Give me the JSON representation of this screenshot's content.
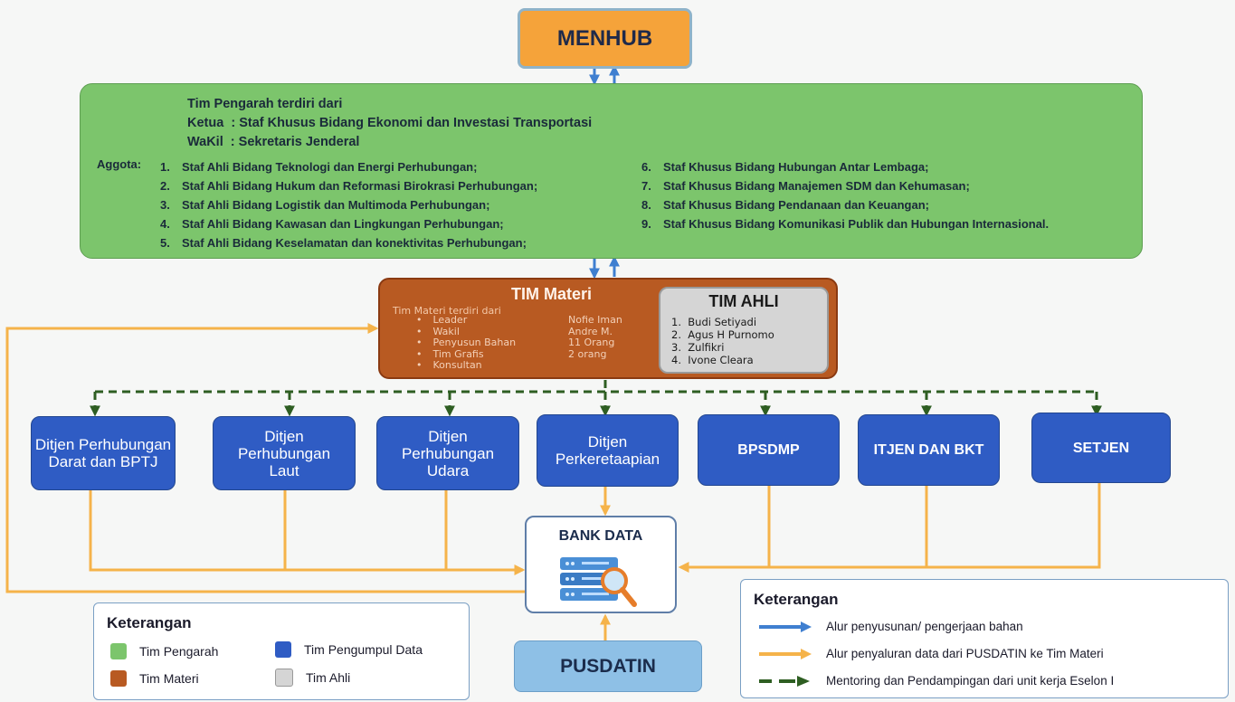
{
  "menhub": "MENHUB",
  "pengarah": {
    "head_lines": [
      "Tim Pengarah terdiri dari",
      "Ketua  : Staf Khusus Bidang Ekonomi dan Investasi Transportasi",
      "WaKil  : Sekretaris Jenderal"
    ],
    "aggota_label": "Aggota:",
    "members_left": [
      {
        "n": "1.",
        "t": "Staf Ahli Bidang Teknologi dan Energi Perhubungan;"
      },
      {
        "n": "2.",
        "t": "Staf Ahli Bidang Hukum dan Reformasi Birokrasi Perhubungan;"
      },
      {
        "n": "3.",
        "t": "Staf Ahli Bidang Logistik dan Multimoda Perhubungan;"
      },
      {
        "n": "4.",
        "t": "Staf Ahli Bidang Kawasan dan Lingkungan Perhubungan;"
      },
      {
        "n": "5.",
        "t": "Staf Ahli Bidang Keselamatan dan konektivitas Perhubungan;"
      }
    ],
    "members_right": [
      {
        "n": "6.",
        "t": "Staf Khusus Bidang Hubungan Antar Lembaga;"
      },
      {
        "n": "7.",
        "t": "Staf Khusus Bidang Manajemen SDM dan Kehumasan;"
      },
      {
        "n": "8.",
        "t": "Staf Khusus Bidang Pendanaan dan Keuangan;"
      },
      {
        "n": "9.",
        "t": "Staf Khusus Bidang Komunikasi Publik dan Hubungan Internasional."
      }
    ]
  },
  "materi": {
    "title": "TIM Materi",
    "subtitle": "Tim Materi terdiri dari",
    "roles": [
      "Leader",
      "Wakil",
      "Penyusun Bahan",
      "Tim Grafis",
      "Konsultan"
    ],
    "values": [
      "Nofie Iman",
      "Andre M.",
      "11 Orang",
      "2 orang"
    ]
  },
  "ahli": {
    "title": "TIM AHLI",
    "members": [
      "1.  Budi Setiyadi",
      "2.  Agus H Purnomo",
      "3.  Zulfikri",
      "4.  Ivone Cleara"
    ]
  },
  "units": [
    "Ditjen Perhubungan Darat dan BPTJ",
    "Ditjen Perhubungan Laut",
    "Ditjen Perhubungan Udara",
    "Ditjen Perkeretaapian",
    "BPSDMP",
    "ITJEN DAN BKT",
    "SETJEN"
  ],
  "bank_data": "BANK DATA",
  "pusdatin": "PUSDATIN",
  "legend_colors": {
    "title": "Keterangan",
    "items": [
      {
        "label": "Tim Pengarah",
        "color": "#7cc56c"
      },
      {
        "label": "Tim Pengumpul Data",
        "color": "#2f5cc4"
      },
      {
        "label": "Tim Materi",
        "color": "#b85a22"
      },
      {
        "label": "Tim Ahli",
        "color": "#d5d5d5"
      }
    ]
  },
  "legend_lines": {
    "title": "Keterangan",
    "items": [
      "Alur penyusunan/ pengerjaan bahan",
      "Alur penyaluran data dari PUSDATIN ke Tim Materi",
      "Mentoring dan Pendampingan dari unit kerja Eselon I"
    ]
  },
  "colors": {
    "blue_arrow": "#3f7fd0",
    "orange_line": "#f5b34a",
    "green_dash": "#2e5e22"
  }
}
